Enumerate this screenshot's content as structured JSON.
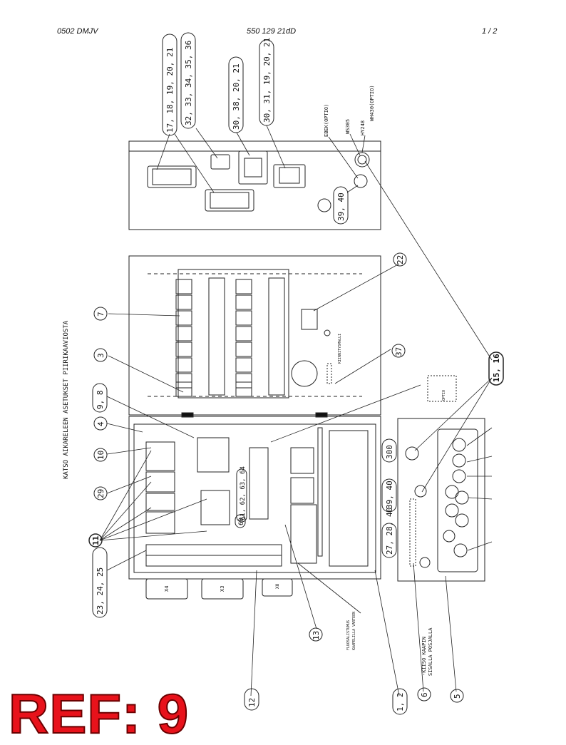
{
  "header": {
    "left": "0502 DMJV",
    "center": "550 129 21dD",
    "right": "1 /  2"
  },
  "title_vertical": "KATSO AIKARELEEN ASETUKSET PIIRIKAAVIOSTA",
  "ref_label": "REF: 9",
  "callouts": {
    "top1": "17, 18, 19, 20, 21",
    "top2": "32, 33, 34, 35, 36",
    "top3": "30, 38, 20, 21",
    "top4": "30, 31, 19, 20, 21",
    "c3940a": "39, 40",
    "c22": "22",
    "c7": "7",
    "c3": "3",
    "c37": "37",
    "c98": "9, 8",
    "c4": "4",
    "c1516": "15, 16",
    "c10": "10",
    "c29": "29",
    "c11": "11",
    "c232425": "23, 24, 25",
    "c61": "61, 62, 63, 64",
    "c60": "60",
    "c300": "300",
    "c3940b": "39, 40",
    "c272840": "27, 28, 40",
    "c13": "13",
    "c12": "12",
    "c12b": "1, 2",
    "c6": "6",
    "c5": "5"
  },
  "small_labels": {
    "ebek": "EBEK(OPTIO)",
    "ws305": "WS305",
    "hy248": "HY248",
    "wh430": "WH430(OPTIO)",
    "kiinnitys": "KIINNITYSMALLI",
    "flux": "FLUOSALISTUMUS",
    "flux2": "KAAPELILLA VARTEEN",
    "kiiso": "-KIISO KAAPIN",
    "kiiso2": "SISALLA POSJALLA",
    "optio": "OPTIO",
    "x4": "X4",
    "x3": "X3",
    "x8": "X8"
  }
}
